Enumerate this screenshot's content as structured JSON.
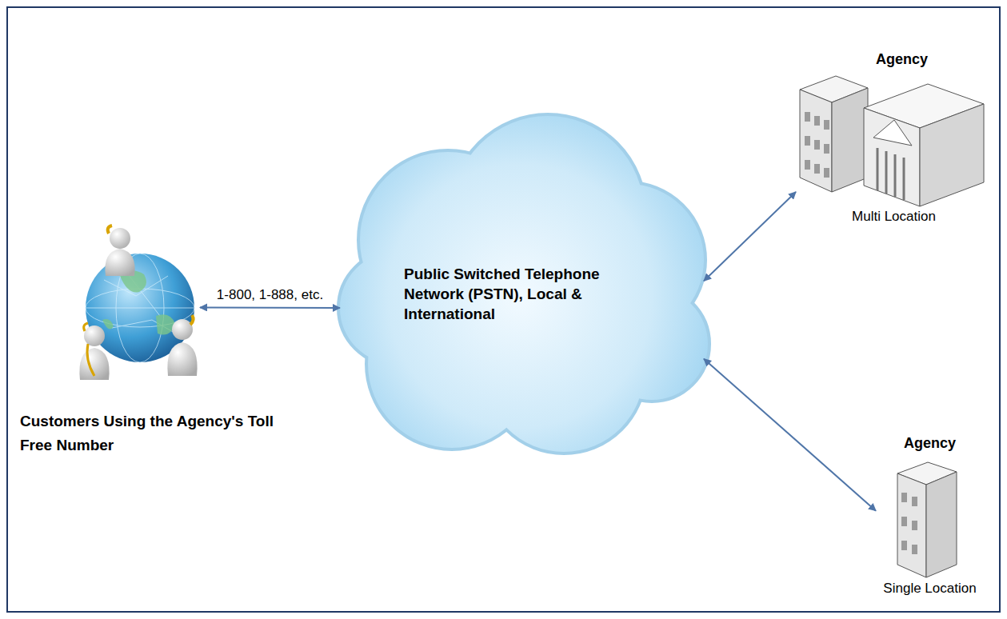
{
  "diagram": {
    "nodes": [
      {
        "text": [
          "Customers Using the Agency's Toll Free Number"
        ]
      },
      {
        "text": [
          "Public Switched Telephone Network (PSTN), Local & International"
        ]
      },
      {
        "text": [
          "Agency",
          "Multi Location"
        ]
      },
      {
        "text": [
          "Agency",
          "Single Location"
        ]
      }
    ],
    "edges": [
      {
        "from": 0,
        "to": 1,
        "arrow": "both",
        "label": "1-800, 1-888, etc."
      },
      {
        "from": 1,
        "to": 2,
        "arrow": "both"
      },
      {
        "from": 1,
        "to": 3,
        "arrow": "both"
      }
    ]
  }
}
